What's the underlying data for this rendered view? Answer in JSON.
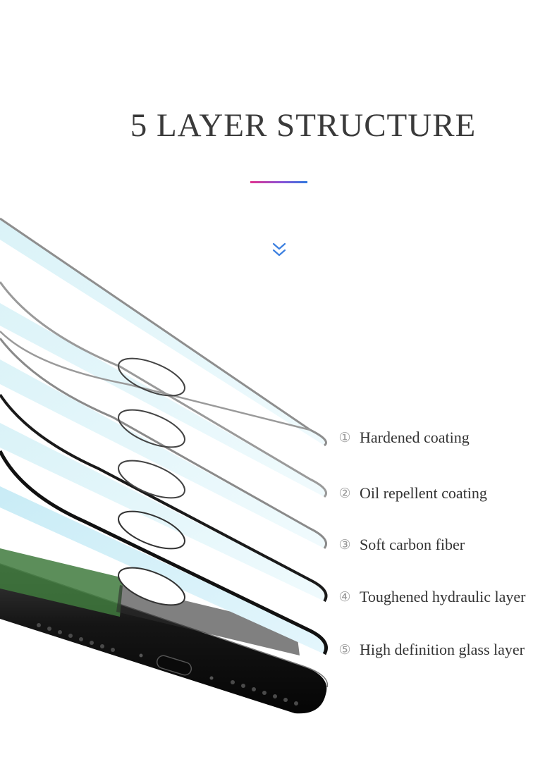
{
  "title": "5 LAYER STRUCTURE",
  "colors": {
    "accent_start": "#e0338f",
    "accent_end": "#2e79de",
    "glass_tint": "#e2f6fb",
    "phone_body": "#111111",
    "text": "#333333"
  },
  "icons": {
    "scroll_hint": "double-chevron-down-icon"
  },
  "layers": [
    {
      "number": "①",
      "label": "Hardened coating"
    },
    {
      "number": "②",
      "label": "Oil repellent coating"
    },
    {
      "number": "③",
      "label": "Soft carbon fiber"
    },
    {
      "number": "④",
      "label": "Toughened hydraulic layer"
    },
    {
      "number": "⑤",
      "label": "High definition glass layer"
    }
  ]
}
